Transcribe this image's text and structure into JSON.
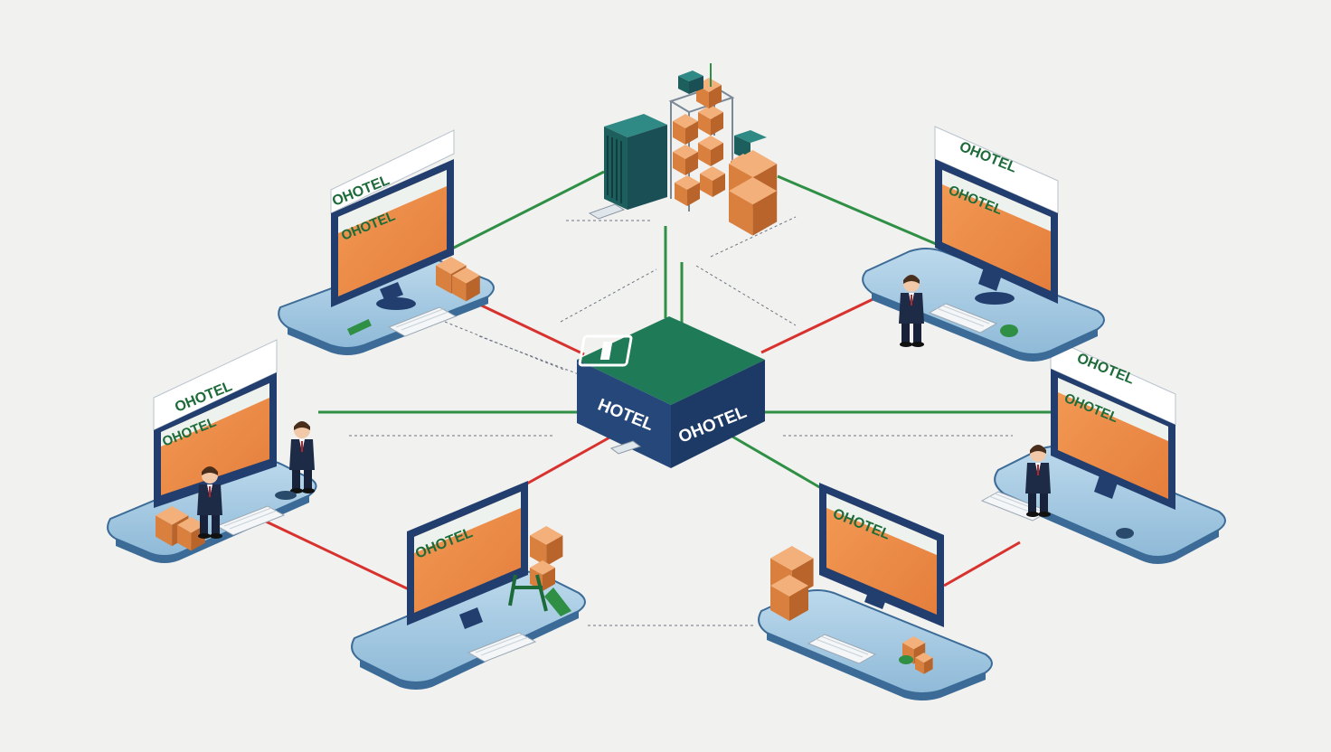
{
  "hub": {
    "label_left": "HOTEL",
    "label_right": "OHOTEL",
    "top_color": "#1f7a57",
    "side_color": "#22467a"
  },
  "server": {
    "rack_color": "#1f6e6a",
    "box_color": "#e0894a"
  },
  "workstations": [
    {
      "id": "top-left",
      "header": "OHOTEL",
      "screen": "OHOTEL"
    },
    {
      "id": "mid-left",
      "header": "OHOTEL",
      "screen": "OHOTEL"
    },
    {
      "id": "bottom-left",
      "header": "",
      "screen": "OHOTEL"
    },
    {
      "id": "bottom-right",
      "header": "",
      "screen": "OHOTEL"
    },
    {
      "id": "mid-right",
      "header": "OHOTEL",
      "screen": "OHOTEL"
    },
    {
      "id": "top-right",
      "header": "OHOTEL",
      "screen": "OHOTEL"
    }
  ],
  "colors": {
    "green_link": "#2e8f45",
    "red_link": "#d8322e",
    "platform": "#a6cbe3",
    "platform_edge": "#3b6b96",
    "monitor": "#213e6e",
    "screen_orange": "#ef8a45",
    "brand_green": "#1e6b3a",
    "box": "#e0894a"
  }
}
